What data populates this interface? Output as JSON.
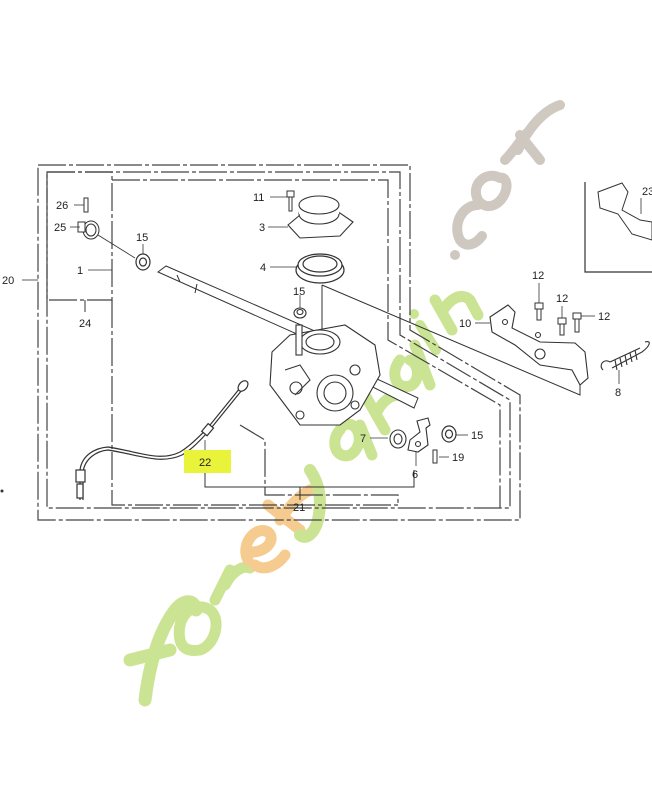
{
  "diagram": {
    "type": "exploded parts diagram",
    "subject": "transmission / gearbox assembly",
    "highlight_color": "#e8f33a",
    "highlighted_part": "22",
    "callouts": [
      {
        "id": "c26",
        "num": "26",
        "part": "pin"
      },
      {
        "id": "c25",
        "num": "25",
        "part": "bushing"
      },
      {
        "id": "c15a",
        "num": "15",
        "part": "oil seal (left shaft)"
      },
      {
        "id": "c1",
        "num": "1",
        "part": "drive shaft"
      },
      {
        "id": "c20",
        "num": "20",
        "part": "transmission assembly"
      },
      {
        "id": "c24",
        "num": "24",
        "part": "shaft sub-assembly"
      },
      {
        "id": "c11",
        "num": "11",
        "part": "flange bolt"
      },
      {
        "id": "c3",
        "num": "3",
        "part": "cover"
      },
      {
        "id": "c4",
        "num": "4",
        "part": "bearing"
      },
      {
        "id": "c15b",
        "num": "15",
        "part": "oil seal (top)"
      },
      {
        "id": "c12a",
        "num": "12",
        "part": "flange bolt"
      },
      {
        "id": "c12b",
        "num": "12",
        "part": "flange bolt"
      },
      {
        "id": "c12c",
        "num": "12",
        "part": "flange bolt"
      },
      {
        "id": "c10",
        "num": "10",
        "part": "shift bracket"
      },
      {
        "id": "c8",
        "num": "8",
        "part": "return spring"
      },
      {
        "id": "c23",
        "num": "23",
        "part": "bracket assembly"
      },
      {
        "id": "c7",
        "num": "7",
        "part": "torsion spring"
      },
      {
        "id": "c6",
        "num": "6",
        "part": "shift arm"
      },
      {
        "id": "c15c",
        "num": "15",
        "part": "oil seal (right)"
      },
      {
        "id": "c19",
        "num": "19",
        "part": "pin"
      },
      {
        "id": "c22",
        "num": "22",
        "part": "clutch cable"
      },
      {
        "id": "c21",
        "num": "21",
        "part": "gearbox sub-assembly"
      }
    ]
  },
  "watermark": {
    "text_main": "foretjardin",
    "text_domain": ".com",
    "colors": {
      "green": "#c9e38f",
      "orange": "#f6c98a",
      "grey": "#cdc6bd"
    }
  }
}
